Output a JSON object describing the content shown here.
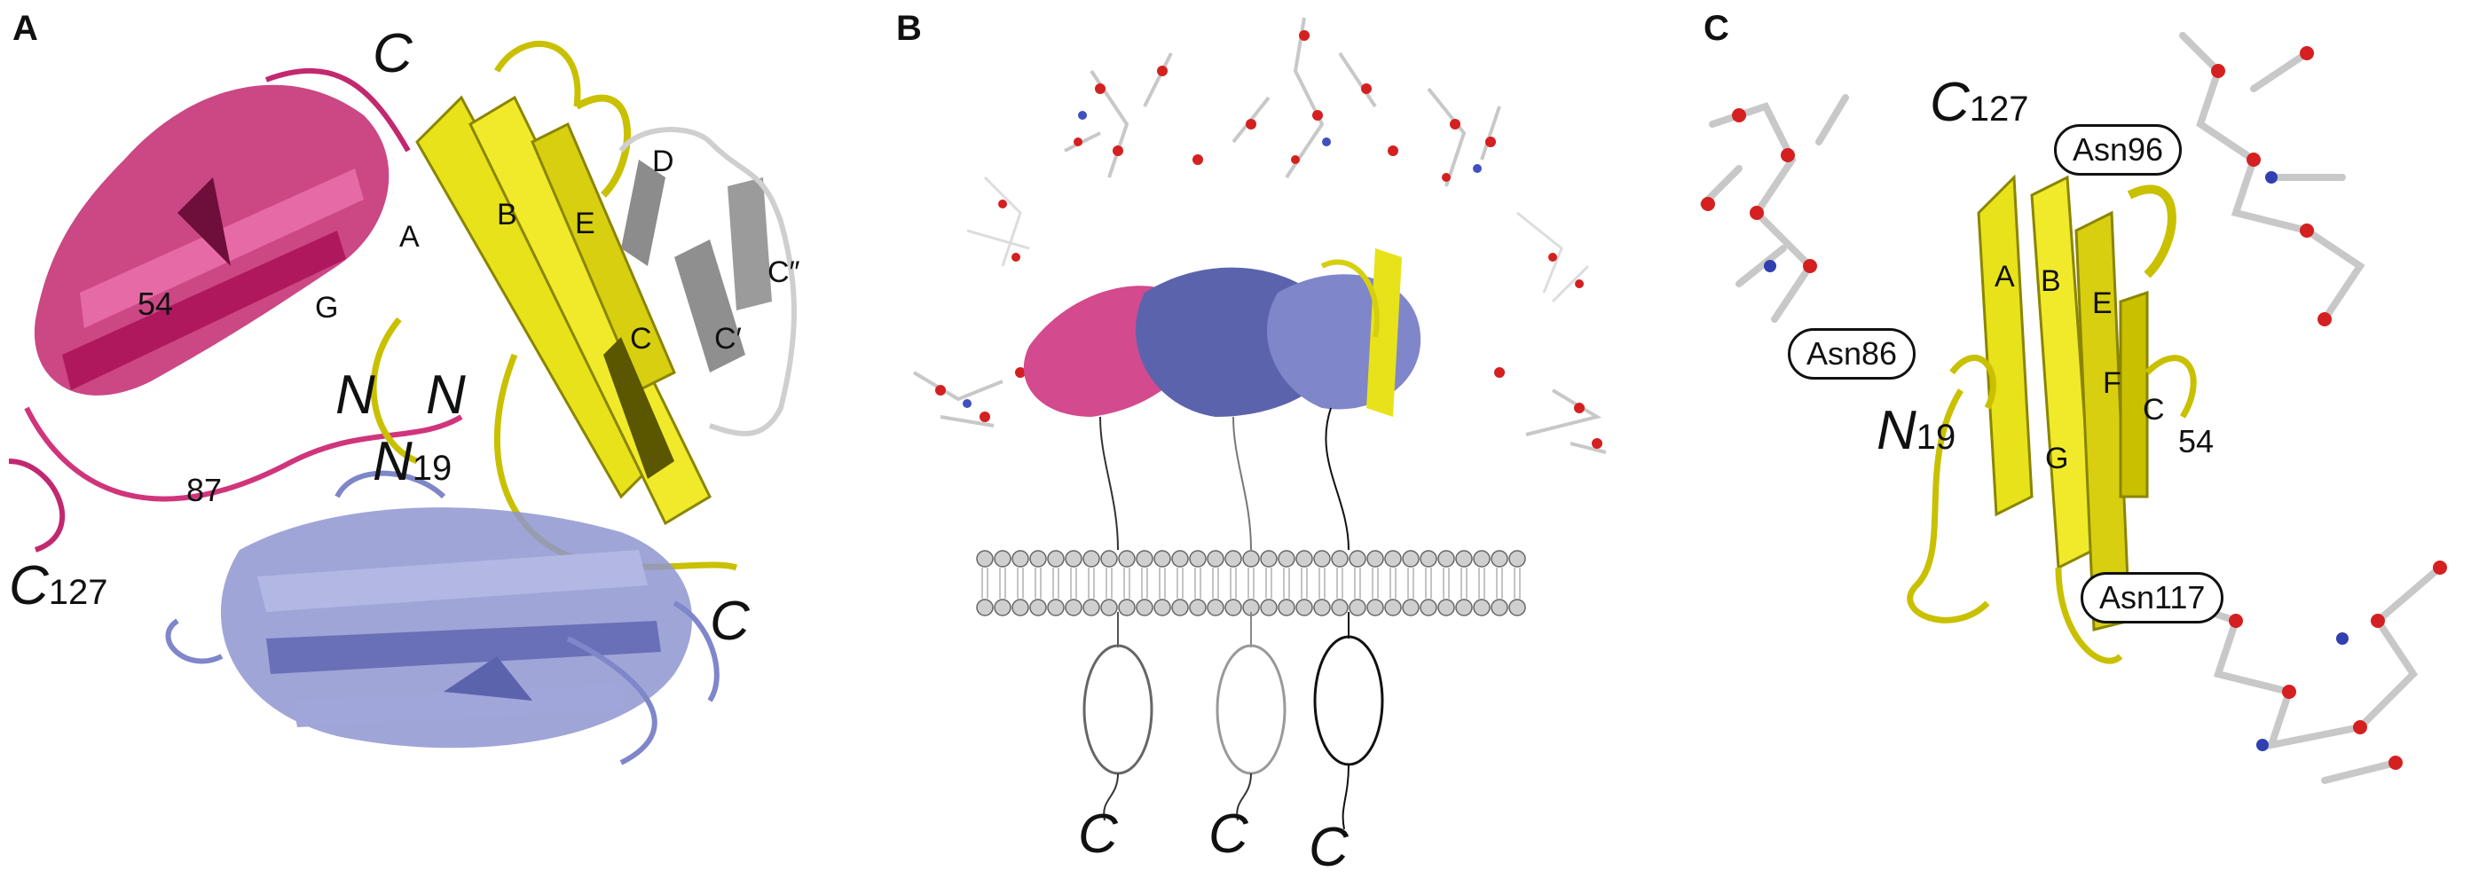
{
  "colors": {
    "magenta": "#c2286f",
    "pink": "#e66aa6",
    "yellow": "#e8e21a",
    "blue": "#7f86c9",
    "gray": "#9a9a9a",
    "lightgray": "#cfcfcf",
    "glycan_red": "#d42020"
  },
  "panel_a": {
    "label": "A",
    "strands": {
      "a": "A",
      "b": "B",
      "e": "E",
      "g": "G",
      "c": "C",
      "cp": "C′",
      "cpp": "C″",
      "d": "D"
    },
    "residues": {
      "r54": "54",
      "r87": "87"
    },
    "termini": {
      "c_top": "C",
      "n_left": "N",
      "n_mid": "N",
      "n19_main": "N",
      "n19_sub": "19",
      "c127_main": "C",
      "c127_sub": "127",
      "c_right": "C"
    }
  },
  "panel_b": {
    "label": "B",
    "c_tails": [
      "C",
      "C",
      "C"
    ]
  },
  "panel_c": {
    "label": "C",
    "c127_main": "C",
    "c127_sub": "127",
    "n19_main": "N",
    "n19_sub": "19",
    "glycosites": [
      "Asn96",
      "Asn86",
      "Asn117"
    ],
    "strands": {
      "a": "A",
      "b": "B",
      "e": "E",
      "f": "F",
      "g": "G",
      "c": "C"
    },
    "r54": "54"
  }
}
